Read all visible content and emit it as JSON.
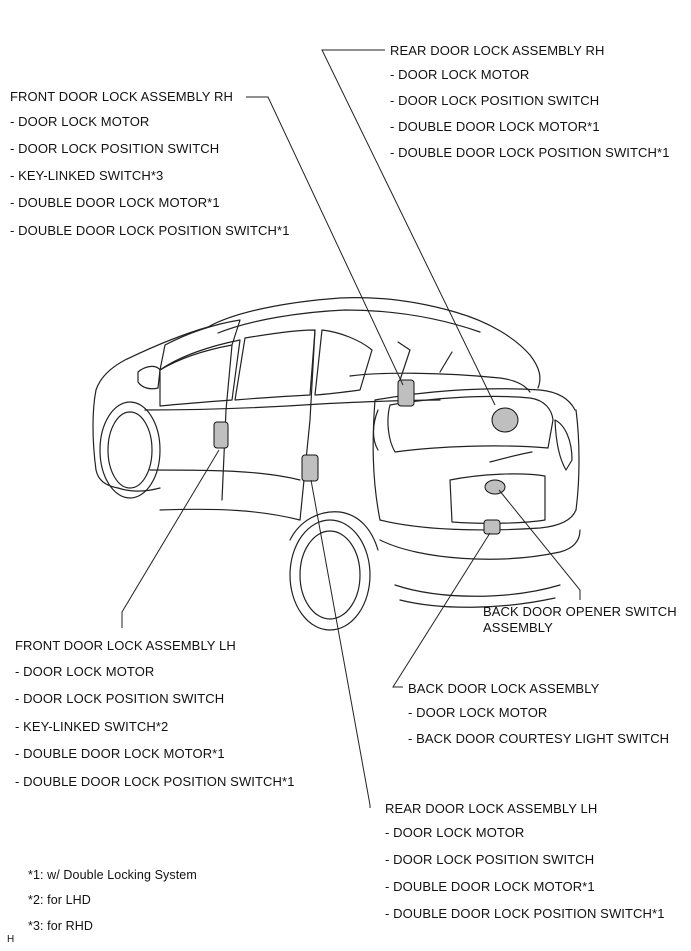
{
  "rear_rh": {
    "title": "REAR DOOR LOCK ASSEMBLY RH",
    "items": [
      "- DOOR LOCK MOTOR",
      "- DOOR LOCK POSITION SWITCH",
      "- DOUBLE DOOR LOCK MOTOR*1",
      "- DOUBLE DOOR LOCK POSITION SWITCH*1"
    ]
  },
  "front_rh": {
    "title": "FRONT DOOR LOCK ASSEMBLY RH",
    "items": [
      "- DOOR LOCK MOTOR",
      "- DOOR LOCK POSITION SWITCH",
      "- KEY-LINKED SWITCH*3",
      "- DOUBLE DOOR LOCK MOTOR*1",
      "- DOUBLE DOOR LOCK POSITION SWITCH*1"
    ]
  },
  "back_opener": {
    "line1": "BACK DOOR OPENER SWITCH",
    "line2": "ASSEMBLY"
  },
  "front_lh": {
    "title": "FRONT DOOR LOCK ASSEMBLY LH",
    "items": [
      "- DOOR LOCK MOTOR",
      "- DOOR LOCK POSITION SWITCH",
      "- KEY-LINKED SWITCH*2",
      "- DOUBLE DOOR LOCK MOTOR*1",
      "- DOUBLE DOOR LOCK POSITION SWITCH*1"
    ]
  },
  "back_door": {
    "title": "BACK DOOR LOCK ASSEMBLY",
    "items": [
      "- DOOR LOCK MOTOR",
      "- BACK DOOR COURTESY LIGHT SWITCH"
    ]
  },
  "rear_lh": {
    "title": "REAR DOOR LOCK ASSEMBLY LH",
    "items": [
      "- DOOR LOCK MOTOR",
      "- DOOR LOCK POSITION SWITCH",
      "- DOUBLE DOOR LOCK MOTOR*1",
      "- DOUBLE DOOR LOCK POSITION SWITCH*1"
    ]
  },
  "notes": [
    "*1: w/ Double Locking System",
    "*2: for LHD",
    "*3: for RHD"
  ],
  "corner_mark": "H"
}
